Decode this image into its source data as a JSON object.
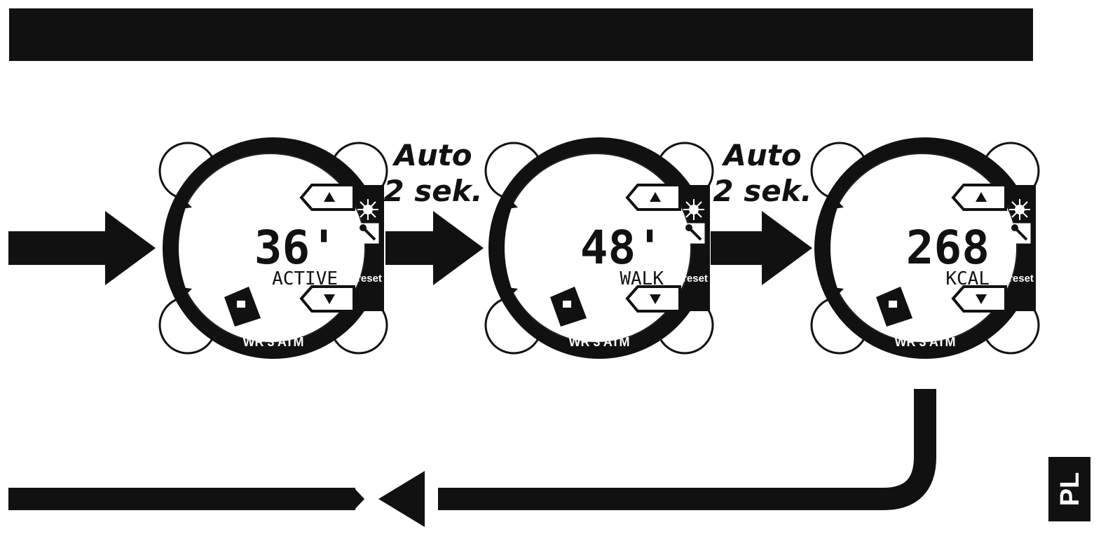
{
  "header_bar": {
    "color": "#111111"
  },
  "steps": [
    {
      "transition_label_line1": "Auto",
      "transition_label_line2": "2 sek."
    },
    {
      "transition_label_line1": "Auto",
      "transition_label_line2": "2 sek."
    }
  ],
  "watches": [
    {
      "value": "36'",
      "label": "ACTIVE",
      "bezel_text": "WR 3 ATM",
      "reset_label": "reset"
    },
    {
      "value": "48'",
      "label": "WALK",
      "bezel_text": "WR 3 ATM",
      "reset_label": "reset"
    },
    {
      "value": "268",
      "label": "KCAL",
      "bezel_text": "WR 3 ATM",
      "reset_label": "reset"
    }
  ],
  "language_tab": {
    "label": "PL"
  },
  "icons": {
    "up_button": "triangle-up-icon",
    "down_button": "triangle-down-icon",
    "light": "sun-icon",
    "settings": "wrench-icon",
    "mode": "book-icon",
    "scroll": "double-arrow-icon"
  }
}
